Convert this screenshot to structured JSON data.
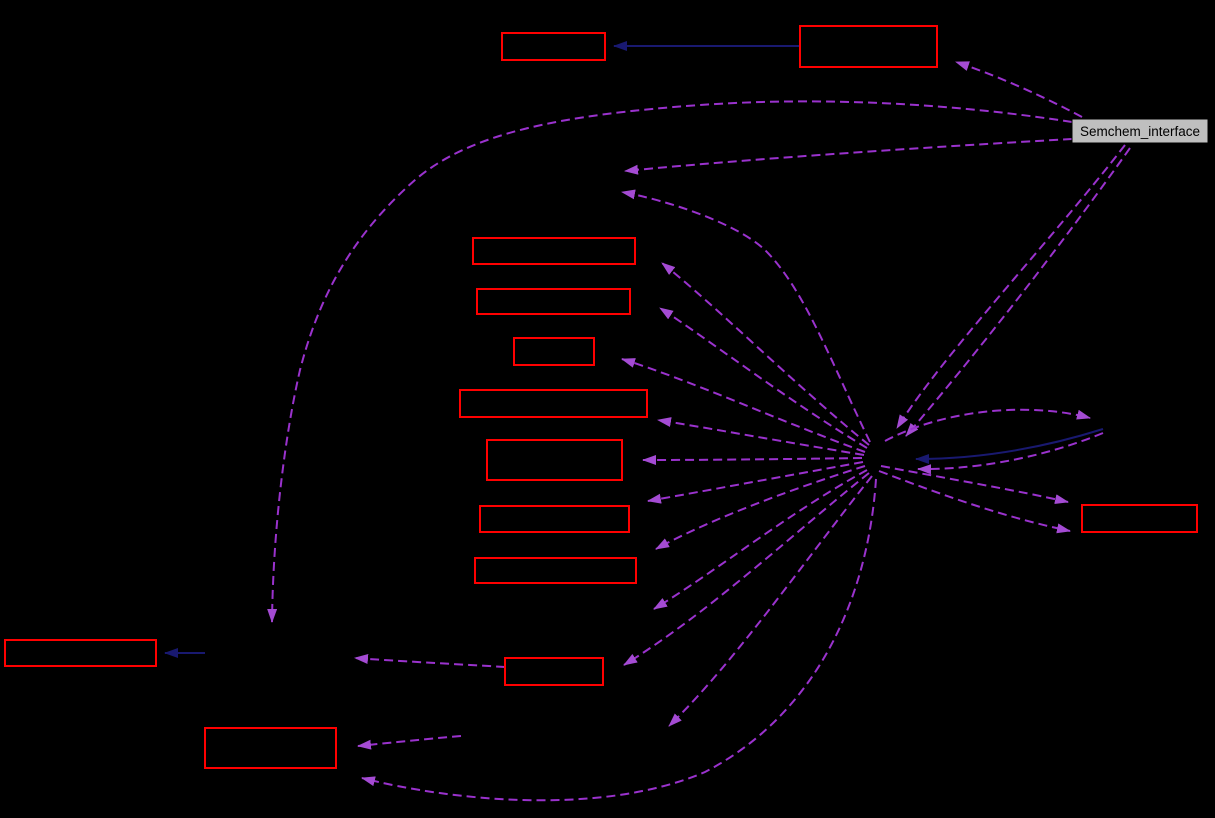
{
  "diagram": {
    "type": "collaboration-graph",
    "background": "#000000",
    "root_node": {
      "label": "Semchem_interface",
      "fill": "#bfbfbf",
      "border_color": "#000000",
      "text_color": "#000000"
    },
    "style": {
      "node_border_color": "#ff0000",
      "node_fill_color": "#000000",
      "usage_edge_color": "#9a32cd",
      "usage_edge_style": "dashed",
      "inheritance_edge_color": "#191970",
      "inheritance_edge_style": "solid"
    },
    "nodes": [
      {
        "id": "node-1",
        "label": ""
      },
      {
        "id": "node-2",
        "label": ""
      },
      {
        "id": "node-3",
        "label": ""
      },
      {
        "id": "node-4",
        "label": ""
      },
      {
        "id": "node-5",
        "label": ""
      },
      {
        "id": "node-6",
        "label": ""
      },
      {
        "id": "node-7",
        "label": ""
      },
      {
        "id": "node-8",
        "label": ""
      },
      {
        "id": "node-9",
        "label": ""
      },
      {
        "id": "node-10",
        "label": ""
      },
      {
        "id": "node-11",
        "label": ""
      },
      {
        "id": "node-12",
        "label": ""
      },
      {
        "id": "node-13",
        "label": ""
      }
    ]
  }
}
